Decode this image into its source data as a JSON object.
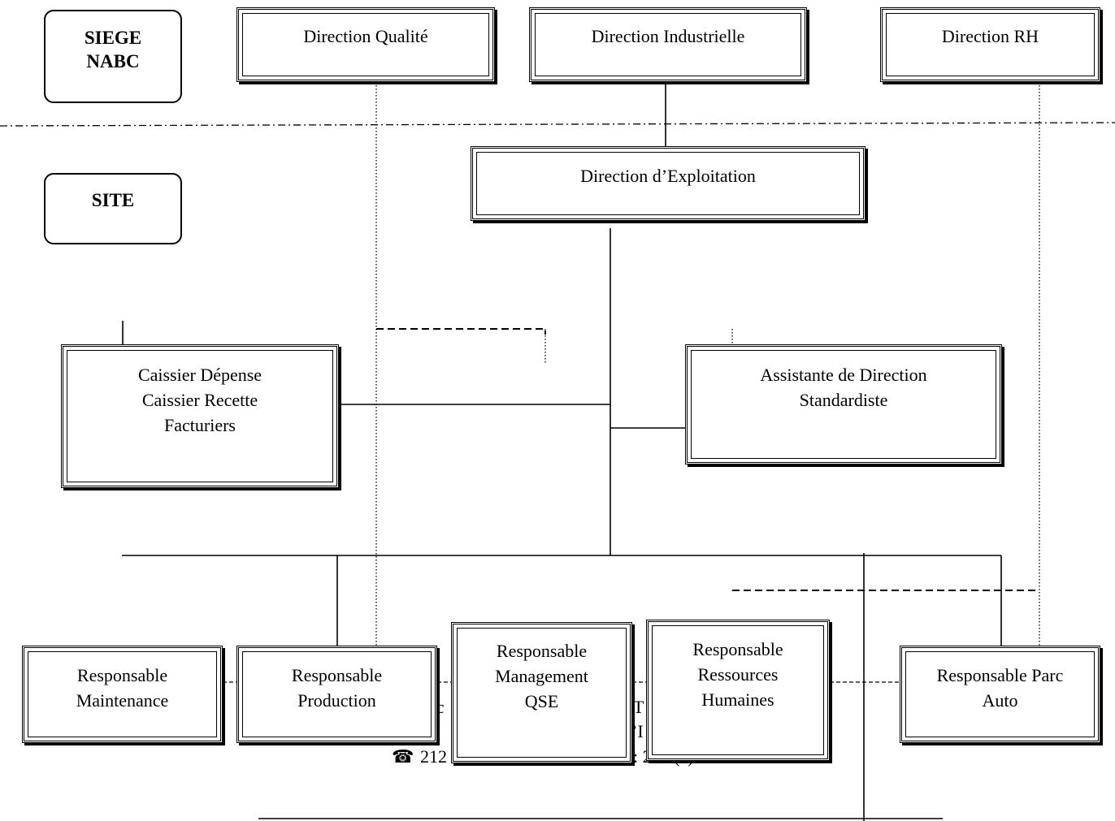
{
  "levels": {
    "siege": "SIEGE\nNABC",
    "site": "SITE"
  },
  "siege_directions": {
    "qualite": "Direction Qualité",
    "industrielle": "Direction Industrielle",
    "rh": "Direction RH"
  },
  "site": {
    "direction_exploitation": "Direction d’Exploitation",
    "caisse": "Caissier Dépense\nCaissier Recette\nFacturiers",
    "assistante": "Assistante de Direction\nStandardiste"
  },
  "responsables": {
    "maintenance": "Responsable\nMaintenance",
    "production": "Responsable\nProduction",
    "management_qse": "Responsable\nManagement\nQSE",
    "ressources_humaines": "Responsable\nRessources\nHumaines",
    "parc_auto": "Responsable Parc\nAuto"
  },
  "footer_fragments": {
    "fax_a": "ac",
    "fax_b": "T",
    "line2_a": "[",
    "line2_b": "’I",
    "phone_icon": "telephone-icon",
    "phone_a": "212",
    "phone_b": ": 212 (?) ?? ?? ?? ??"
  }
}
